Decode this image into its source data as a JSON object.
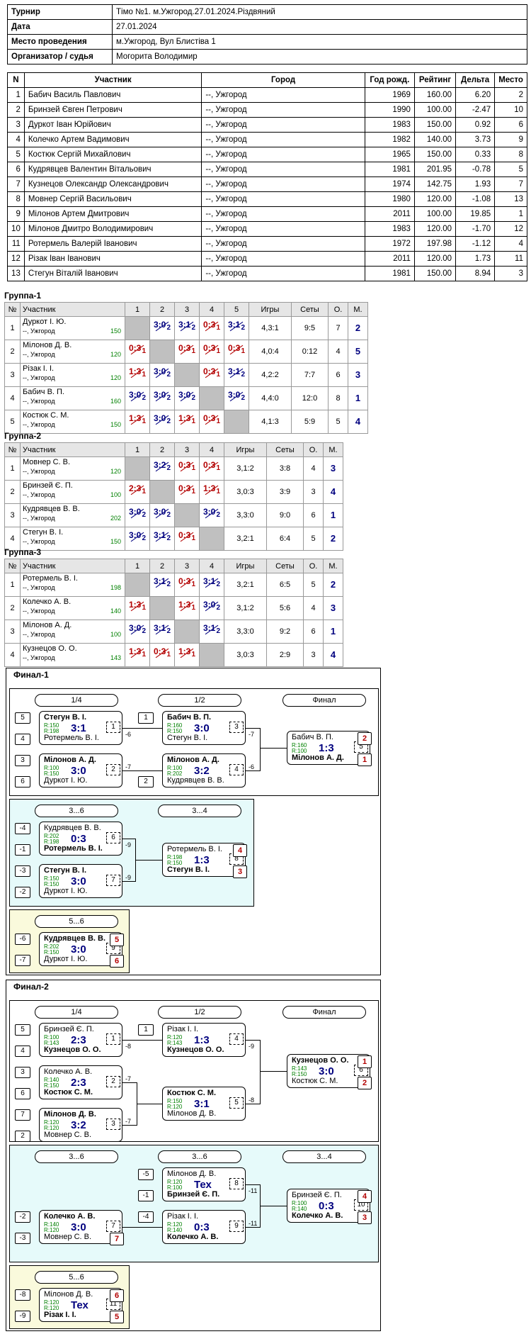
{
  "info": [
    {
      "k": "Турнир",
      "v": "Тімо №1. м.Ужгород.27.01.2024.Різдвяний"
    },
    {
      "k": "Дата",
      "v": "27.01.2024"
    },
    {
      "k": "Место проведения",
      "v": "м.Ужгород, Вул Блистіва 1"
    },
    {
      "k": "Организатор / судья",
      "v": "Могорита Володимир"
    }
  ],
  "players": {
    "headers": [
      "N",
      "Участник",
      "Город",
      "Год рожд.",
      "Рейтинг",
      "Дельта",
      "Место"
    ],
    "rows": [
      [
        "1",
        "Бабич Василь Павлович",
        "--, Ужгород",
        "1969",
        "160.00",
        "6.20",
        "2"
      ],
      [
        "2",
        "Бринзей Євген Петрович",
        "--, Ужгород",
        "1990",
        "100.00",
        "-2.47",
        "10"
      ],
      [
        "3",
        "Дуркот Іван Юрійович",
        "--, Ужгород",
        "1983",
        "150.00",
        "0.92",
        "6"
      ],
      [
        "4",
        "Колечко Артем Вадимович",
        "--, Ужгород",
        "1982",
        "140.00",
        "3.73",
        "9"
      ],
      [
        "5",
        "Костюк Сергій Михайлович",
        "--, Ужгород",
        "1965",
        "150.00",
        "0.33",
        "8"
      ],
      [
        "6",
        "Кудрявцев Валентин Вітальович",
        "--, Ужгород",
        "1981",
        "201.95",
        "-0.78",
        "5"
      ],
      [
        "7",
        "Кузнецов Олександр Олександрович",
        "--, Ужгород",
        "1974",
        "142.75",
        "1.93",
        "7"
      ],
      [
        "8",
        "Мовнер Сергій Васильович",
        "--, Ужгород",
        "1980",
        "120.00",
        "-1.08",
        "13"
      ],
      [
        "9",
        "Мілонов Артем Дмитрович",
        "--, Ужгород",
        "2011",
        "100.00",
        "19.85",
        "1"
      ],
      [
        "10",
        "Мілонов Дмитро Володимирович",
        "--, Ужгород",
        "1983",
        "120.00",
        "-1.70",
        "12"
      ],
      [
        "11",
        "Ротермель Валерій Іванович",
        "--, Ужгород",
        "1972",
        "197.98",
        "-1.12",
        "4"
      ],
      [
        "12",
        "Різак Іван Іванович",
        "--, Ужгород",
        "2011",
        "120.00",
        "1.73",
        "11"
      ],
      [
        "13",
        "Стегун Віталій Іванович",
        "--, Ужгород",
        "1981",
        "150.00",
        "8.94",
        "3"
      ]
    ]
  },
  "group_headers": {
    "num": "№",
    "name": "Участник",
    "games": "Игры",
    "sets": "Сеты",
    "o": "О.",
    "m": "М."
  },
  "groups": [
    {
      "title": "Группа-1",
      "rows": [
        {
          "n": "1",
          "name": "Дуркот І. Ю.",
          "city": "--, Ужгород",
          "r": "150",
          "cells": [
            null,
            [
              "3:0",
              "2",
              "w"
            ],
            [
              "3:1",
              "2",
              "w"
            ],
            [
              "0:3",
              "1",
              "l"
            ],
            [
              "3:1",
              "2",
              "w"
            ]
          ],
          "games": "4,3:1",
          "sets": "9:5",
          "o": "7",
          "m": "2"
        },
        {
          "n": "2",
          "name": "Мілонов Д. В.",
          "city": "--, Ужгород",
          "r": "120",
          "cells": [
            [
              "0:3",
              "1",
              "l"
            ],
            null,
            [
              "0:3",
              "1",
              "l"
            ],
            [
              "0:3",
              "1",
              "l"
            ],
            [
              "0:3",
              "1",
              "l"
            ]
          ],
          "games": "4,0:4",
          "sets": "0:12",
          "o": "4",
          "m": "5"
        },
        {
          "n": "3",
          "name": "Різак І. І.",
          "city": "--, Ужгород",
          "r": "120",
          "cells": [
            [
              "1:3",
              "1",
              "l"
            ],
            [
              "3:0",
              "2",
              "w"
            ],
            null,
            [
              "0:3",
              "1",
              "l"
            ],
            [
              "3:1",
              "2",
              "w"
            ]
          ],
          "games": "4,2:2",
          "sets": "7:7",
          "o": "6",
          "m": "3"
        },
        {
          "n": "4",
          "name": "Бабич В. П.",
          "city": "--, Ужгород",
          "r": "160",
          "cells": [
            [
              "3:0",
              "2",
              "w"
            ],
            [
              "3:0",
              "2",
              "w"
            ],
            [
              "3:0",
              "2",
              "w"
            ],
            null,
            [
              "3:0",
              "2",
              "w"
            ]
          ],
          "games": "4,4:0",
          "sets": "12:0",
          "o": "8",
          "m": "1"
        },
        {
          "n": "5",
          "name": "Костюк С. М.",
          "city": "--, Ужгород",
          "r": "150",
          "cells": [
            [
              "1:3",
              "1",
              "l"
            ],
            [
              "3:0",
              "2",
              "w"
            ],
            [
              "1:3",
              "1",
              "l"
            ],
            [
              "0:3",
              "1",
              "l"
            ],
            null
          ],
          "games": "4,1:3",
          "sets": "5:9",
          "o": "5",
          "m": "4"
        }
      ]
    },
    {
      "title": "Группа-2",
      "rows": [
        {
          "n": "1",
          "name": "Мовнер С. В.",
          "city": "--, Ужгород",
          "r": "120",
          "cells": [
            null,
            [
              "3:2",
              "2",
              "w"
            ],
            [
              "0:3",
              "1",
              "l"
            ],
            [
              "0:3",
              "1",
              "l"
            ]
          ],
          "games": "3,1:2",
          "sets": "3:8",
          "o": "4",
          "m": "3"
        },
        {
          "n": "2",
          "name": "Бринзей Є. П.",
          "city": "--, Ужгород",
          "r": "100",
          "cells": [
            [
              "2:3",
              "1",
              "l"
            ],
            null,
            [
              "0:3",
              "1",
              "l"
            ],
            [
              "1:3",
              "1",
              "l"
            ]
          ],
          "games": "3,0:3",
          "sets": "3:9",
          "o": "3",
          "m": "4"
        },
        {
          "n": "3",
          "name": "Кудрявцев В. В.",
          "city": "--, Ужгород",
          "r": "202",
          "cells": [
            [
              "3:0",
              "2",
              "w"
            ],
            [
              "3:0",
              "2",
              "w"
            ],
            null,
            [
              "3:0",
              "2",
              "w"
            ]
          ],
          "games": "3,3:0",
          "sets": "9:0",
          "o": "6",
          "m": "1"
        },
        {
          "n": "4",
          "name": "Стегун В. І.",
          "city": "--, Ужгород",
          "r": "150",
          "cells": [
            [
              "3:0",
              "2",
              "w"
            ],
            [
              "3:1",
              "2",
              "w"
            ],
            [
              "0:3",
              "1",
              "l"
            ],
            null
          ],
          "games": "3,2:1",
          "sets": "6:4",
          "o": "5",
          "m": "2"
        }
      ]
    },
    {
      "title": "Группа-3",
      "rows": [
        {
          "n": "1",
          "name": "Ротермель В. І.",
          "city": "--, Ужгород",
          "r": "198",
          "cells": [
            null,
            [
              "3:1",
              "2",
              "w"
            ],
            [
              "0:3",
              "1",
              "l"
            ],
            [
              "3:1",
              "2",
              "w"
            ]
          ],
          "games": "3,2:1",
          "sets": "6:5",
          "o": "5",
          "m": "2"
        },
        {
          "n": "2",
          "name": "Колечко А. В.",
          "city": "--, Ужгород",
          "r": "140",
          "cells": [
            [
              "1:3",
              "1",
              "l"
            ],
            null,
            [
              "1:3",
              "1",
              "l"
            ],
            [
              "3:0",
              "2",
              "w"
            ]
          ],
          "games": "3,1:2",
          "sets": "5:6",
          "o": "4",
          "m": "3"
        },
        {
          "n": "3",
          "name": "Мілонов А. Д.",
          "city": "--, Ужгород",
          "r": "100",
          "cells": [
            [
              "3:0",
              "2",
              "w"
            ],
            [
              "3:1",
              "2",
              "w"
            ],
            null,
            [
              "3:1",
              "2",
              "w"
            ]
          ],
          "games": "3,3:0",
          "sets": "9:2",
          "o": "6",
          "m": "1"
        },
        {
          "n": "4",
          "name": "Кузнецов О. О.",
          "city": "--, Ужгород",
          "r": "143",
          "cells": [
            [
              "1:3",
              "1",
              "l"
            ],
            [
              "0:3",
              "1",
              "l"
            ],
            [
              "1:3",
              "1",
              "l"
            ],
            null
          ],
          "games": "3,0:3",
          "sets": "2:9",
          "o": "3",
          "m": "4"
        }
      ]
    }
  ],
  "final1": {
    "title": "Финал-1",
    "rounds": [
      "1/4",
      "1/2",
      "Финал",
      "3...6",
      "3...4",
      "5...6"
    ],
    "matches": [
      {
        "a": "Стегун В. І.",
        "b": "Ротермель В. І.",
        "ra": "R:150",
        "rb": "R:198",
        "score": "3:1",
        "num": "1",
        "win": "a"
      },
      {
        "a": "Мілонов А. Д.",
        "b": "Дуркот І. Ю.",
        "ra": "R:100",
        "rb": "R:150",
        "score": "3:0",
        "num": "2",
        "win": "a"
      },
      {
        "a": "Бабич В. П.",
        "b": "Стегун В. І.",
        "ra": "R:160",
        "rb": "R:150",
        "score": "3:0",
        "num": "3",
        "win": "a"
      },
      {
        "a": "Мілонов А. Д.",
        "b": "Кудрявцев В. В.",
        "ra": "R:100",
        "rb": "R:202",
        "score": "3:2",
        "num": "4",
        "win": "a"
      },
      {
        "a": "Бабич В. П.",
        "b": "Мілонов А. Д.",
        "ra": "R:160",
        "rb": "R:100",
        "score": "1:3",
        "num": "5",
        "win": "b"
      },
      {
        "a": "Кудрявцев В. В.",
        "b": "Ротермель В. І.",
        "ra": "R:202",
        "rb": "R:198",
        "score": "0:3",
        "num": "6",
        "win": "b"
      },
      {
        "a": "Стегун В. І.",
        "b": "Дуркот І. Ю.",
        "ra": "R:150",
        "rb": "R:150",
        "score": "3:0",
        "num": "7",
        "win": "a"
      },
      {
        "a": "Ротермель В. І.",
        "b": "Стегун В. І.",
        "ra": "R:198",
        "rb": "R:150",
        "score": "1:3",
        "num": "8",
        "win": "b"
      },
      {
        "a": "Кудрявцев В. В.",
        "b": "Дуркот І. Ю.",
        "ra": "R:202",
        "rb": "R:150",
        "score": "3:0",
        "num": "9",
        "win": "a"
      }
    ],
    "seeds": [
      "5",
      "4",
      "3",
      "6",
      "1",
      "2",
      "-4",
      "-1",
      "-3",
      "-2",
      "-6",
      "-7"
    ],
    "places": [
      "2",
      "1",
      "4",
      "3",
      "5",
      "6"
    ],
    "links": [
      "-6",
      "-7",
      "-7",
      "-6",
      "-9",
      "-9"
    ]
  },
  "final2": {
    "title": "Финал-2",
    "rounds": [
      "1/4",
      "1/2",
      "Финал",
      "3...6",
      "3...6",
      "3...4",
      "5...6"
    ],
    "matches": [
      {
        "a": "Бринзей Є. П.",
        "b": "Кузнецов О. О.",
        "ra": "R:100",
        "rb": "R:143",
        "score": "2:3",
        "num": "1",
        "win": "b"
      },
      {
        "a": "Колечко А. В.",
        "b": "Костюк С. М.",
        "ra": "R:140",
        "rb": "R:150",
        "score": "2:3",
        "num": "2",
        "win": "b"
      },
      {
        "a": "Мілонов Д. В.",
        "b": "Мовнер С. В.",
        "ra": "R:120",
        "rb": "R:120",
        "score": "3:2",
        "num": "3",
        "win": "a"
      },
      {
        "a": "Різак І. І.",
        "b": "Кузнецов О. О.",
        "ra": "R:120",
        "rb": "R:143",
        "score": "1:3",
        "num": "4",
        "win": "b"
      },
      {
        "a": "Костюк С. М.",
        "b": "Мілонов Д. В.",
        "ra": "R:150",
        "rb": "R:120",
        "score": "3:1",
        "num": "5",
        "win": "a"
      },
      {
        "a": "Кузнецов О. О.",
        "b": "Костюк С. М.",
        "ra": "R:143",
        "rb": "R:150",
        "score": "3:0",
        "num": "6",
        "win": "a"
      },
      {
        "a": "Колечко А. В.",
        "b": "Мовнер С. В.",
        "ra": "R:140",
        "rb": "R:120",
        "score": "3:0",
        "num": "7",
        "win": "a"
      },
      {
        "a": "Мілонов Д. В.",
        "b": "Бринзей Є. П.",
        "ra": "R:120",
        "rb": "R:100",
        "score": "Тех",
        "num": "8",
        "win": "b"
      },
      {
        "a": "Різак І. І.",
        "b": "Колечко А. В.",
        "ra": "R:120",
        "rb": "R:140",
        "score": "0:3",
        "num": "9",
        "win": "b"
      },
      {
        "a": "Бринзей Є. П.",
        "b": "Колечко А. В.",
        "ra": "R:100",
        "rb": "R:140",
        "score": "0:3",
        "num": "10",
        "win": "b"
      },
      {
        "a": "Мілонов Д. В.",
        "b": "Різак І. І.",
        "ra": "R:120",
        "rb": "R:120",
        "score": "Тех",
        "num": "11",
        "win": "b"
      }
    ],
    "seeds": [
      "5",
      "4",
      "3",
      "6",
      "7",
      "2",
      "1",
      "-5",
      "-1",
      "-4",
      "-2",
      "-3",
      "-8",
      "-9"
    ],
    "places": [
      "1",
      "2",
      "7",
      "4",
      "3",
      "6",
      "5"
    ],
    "links": [
      "-8",
      "-7",
      "-7",
      "-9",
      "-8",
      "-11",
      "-11"
    ]
  }
}
